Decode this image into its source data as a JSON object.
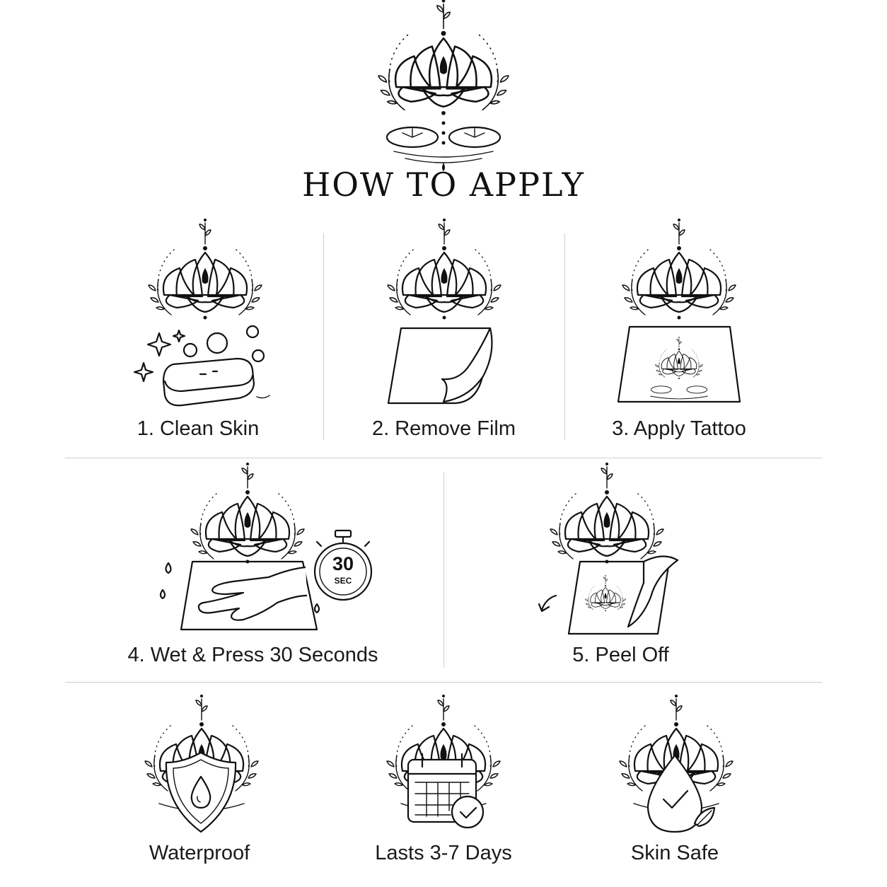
{
  "title": "HOW TO APPLY",
  "steps": [
    {
      "label": "1. Clean Skin",
      "icon": "soap-bar-icon"
    },
    {
      "label": "2. Remove Film",
      "icon": "peeling-film-icon"
    },
    {
      "label": "3. Apply Tattoo",
      "icon": "tattoo-sheet-icon"
    },
    {
      "label": "4. Wet & Press 30 Seconds",
      "icon": "hand-press-icon",
      "timer_value": "30",
      "timer_unit": "SEC"
    },
    {
      "label": "5. Peel Off",
      "icon": "peel-off-icon"
    }
  ],
  "features": [
    {
      "label": "Waterproof",
      "icon": "shield-drop-icon"
    },
    {
      "label": "Lasts 3-7 Days",
      "icon": "calendar-check-icon"
    },
    {
      "label": "Skin Safe",
      "icon": "drop-check-icon"
    }
  ],
  "colors": {
    "ink": "#111111",
    "divider": "#cfcfcf",
    "background": "#ffffff"
  }
}
